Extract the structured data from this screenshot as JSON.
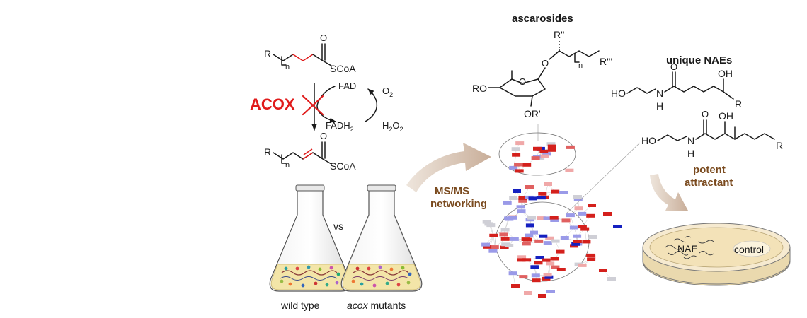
{
  "colors": {
    "red": "#e01b1b",
    "brown": "#7a4a1e",
    "dark_red": "#d4201c",
    "mid_red": "#e06060",
    "light_red": "#f0a8a8",
    "blue": "#1520c0",
    "light_blue": "#9a9ae8",
    "light_gray": "#cfcfd6",
    "arrow_fill": "#d8c6b8"
  },
  "pathway": {
    "substrate_r": "R",
    "substrate_n": "n",
    "substrate_o": "O",
    "substrate_scoa": "SCoA",
    "enzyme": "ACOX",
    "fad": "FAD",
    "fadh2_main": "FADH",
    "fadh2_sub": "2",
    "o2_main": "O",
    "o2_sub": "2",
    "h2o2_h": "H",
    "h2o2_2a": "2",
    "h2o2_o": "O",
    "h2o2_2b": "2",
    "product_r": "R",
    "product_n": "n",
    "product_o": "O",
    "product_scoa": "SCoA"
  },
  "flasks": {
    "vs": "vs",
    "wild_type": "wild type",
    "mutant_italic": "acox",
    "mutant_rest": " mutants"
  },
  "ms_label": {
    "line1": "MS/MS",
    "line2": "networking"
  },
  "ascarosides": {
    "title": "ascarosides",
    "r2": "R''",
    "r3": "R'''",
    "ro": "RO",
    "or": "OR'",
    "o_ring": "O",
    "o_link": "O",
    "n": "n"
  },
  "naes": {
    "title": "unique NAEs",
    "nae1_ho": "HO",
    "nae1_nh_n": "N",
    "nae1_nh_h": "H",
    "nae1_o": "O",
    "nae1_oh": "OH",
    "nae1_r": "R",
    "nae2_ho": "HO",
    "nae2_nh_n": "N",
    "nae2_nh_h": "H",
    "nae2_o": "O",
    "nae2_oh": "OH",
    "nae2_r": "R",
    "potent_line1": "potent",
    "potent_line2": "attractant"
  },
  "dish": {
    "nae": "NAE",
    "control": "control"
  }
}
